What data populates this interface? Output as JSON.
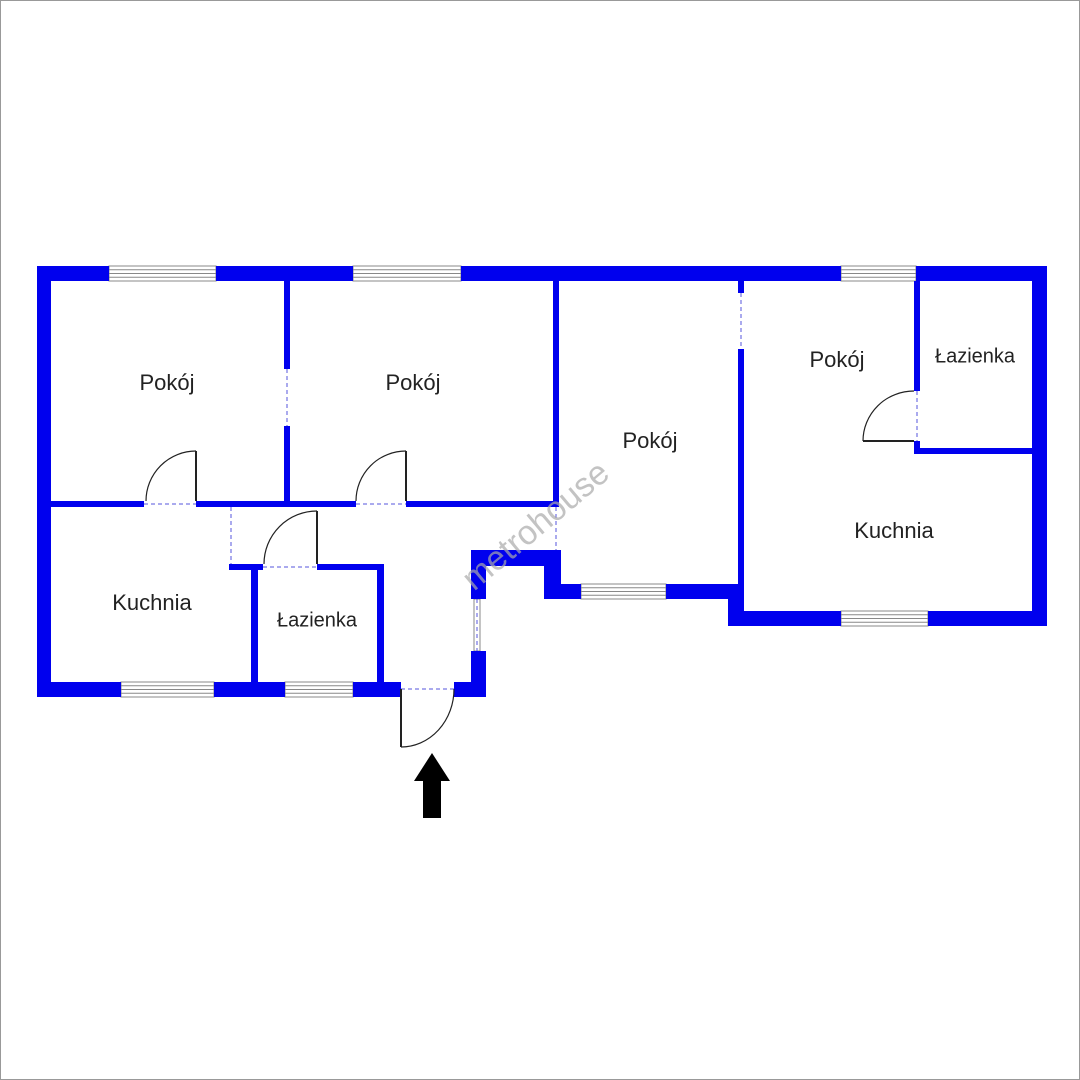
{
  "colors": {
    "wall": "#0000ee",
    "door": "#222222",
    "arrow": "#000000"
  },
  "watermark": "metrohouse",
  "rooms": [
    {
      "name": "Pokój"
    },
    {
      "name": "Pokój"
    },
    {
      "name": "Pokój"
    },
    {
      "name": "Pokój"
    },
    {
      "name": "Łazienka"
    },
    {
      "name": "Kuchnia"
    },
    {
      "name": "Kuchnia"
    },
    {
      "name": "Łazienka"
    }
  ],
  "entrance_icon": "arrow-up-icon"
}
